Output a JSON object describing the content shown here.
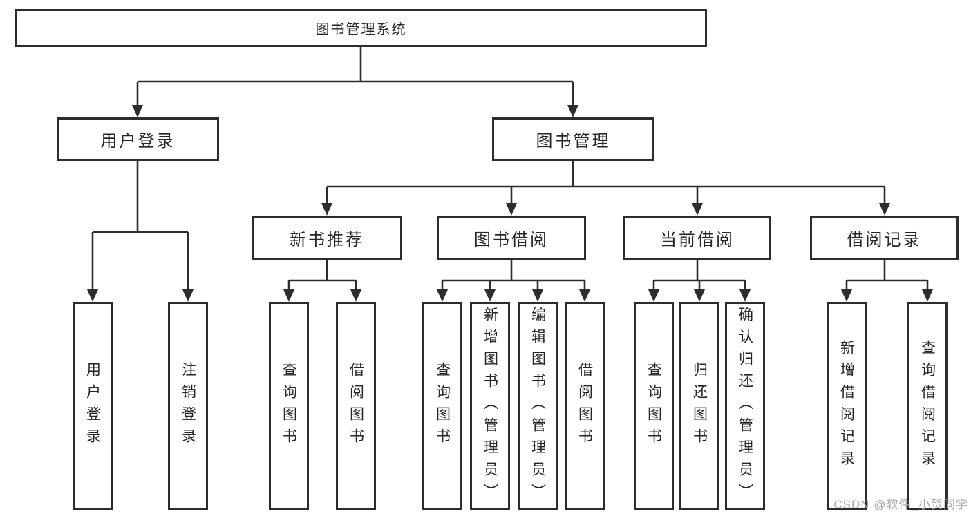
{
  "diagram": {
    "type": "hierarchy-tree",
    "root": {
      "label": "图书管理系统",
      "children": [
        {
          "label": "用户登录",
          "children": [
            {
              "label": "用户登录"
            },
            {
              "label": "注销登录"
            }
          ]
        },
        {
          "label": "图书管理",
          "children": [
            {
              "label": "新书推荐",
              "children": [
                {
                  "label": "查询图书"
                },
                {
                  "label": "借阅图书"
                }
              ]
            },
            {
              "label": "图书借阅",
              "children": [
                {
                  "label": "查询图书"
                },
                {
                  "label": "新增图书（管理员）"
                },
                {
                  "label": "编辑图书（管理员）"
                },
                {
                  "label": "借阅图书"
                }
              ]
            },
            {
              "label": "当前借阅",
              "children": [
                {
                  "label": "查询图书"
                },
                {
                  "label": "归还图书"
                },
                {
                  "label": "确认归还（管理员）"
                }
              ]
            },
            {
              "label": "借阅记录",
              "children": [
                {
                  "label": "新增借阅记录"
                },
                {
                  "label": "查询借阅记录"
                }
              ]
            }
          ]
        }
      ]
    },
    "colors": {
      "box_border": "#2d2d2d",
      "connector_line": "#2d2d2d",
      "text": "#262626",
      "box_fill": "#ffffff",
      "background": "#ffffff",
      "watermark": "#aaaaaa"
    }
  },
  "watermark": {
    "text": "CSDN @软件_小贺同学"
  }
}
